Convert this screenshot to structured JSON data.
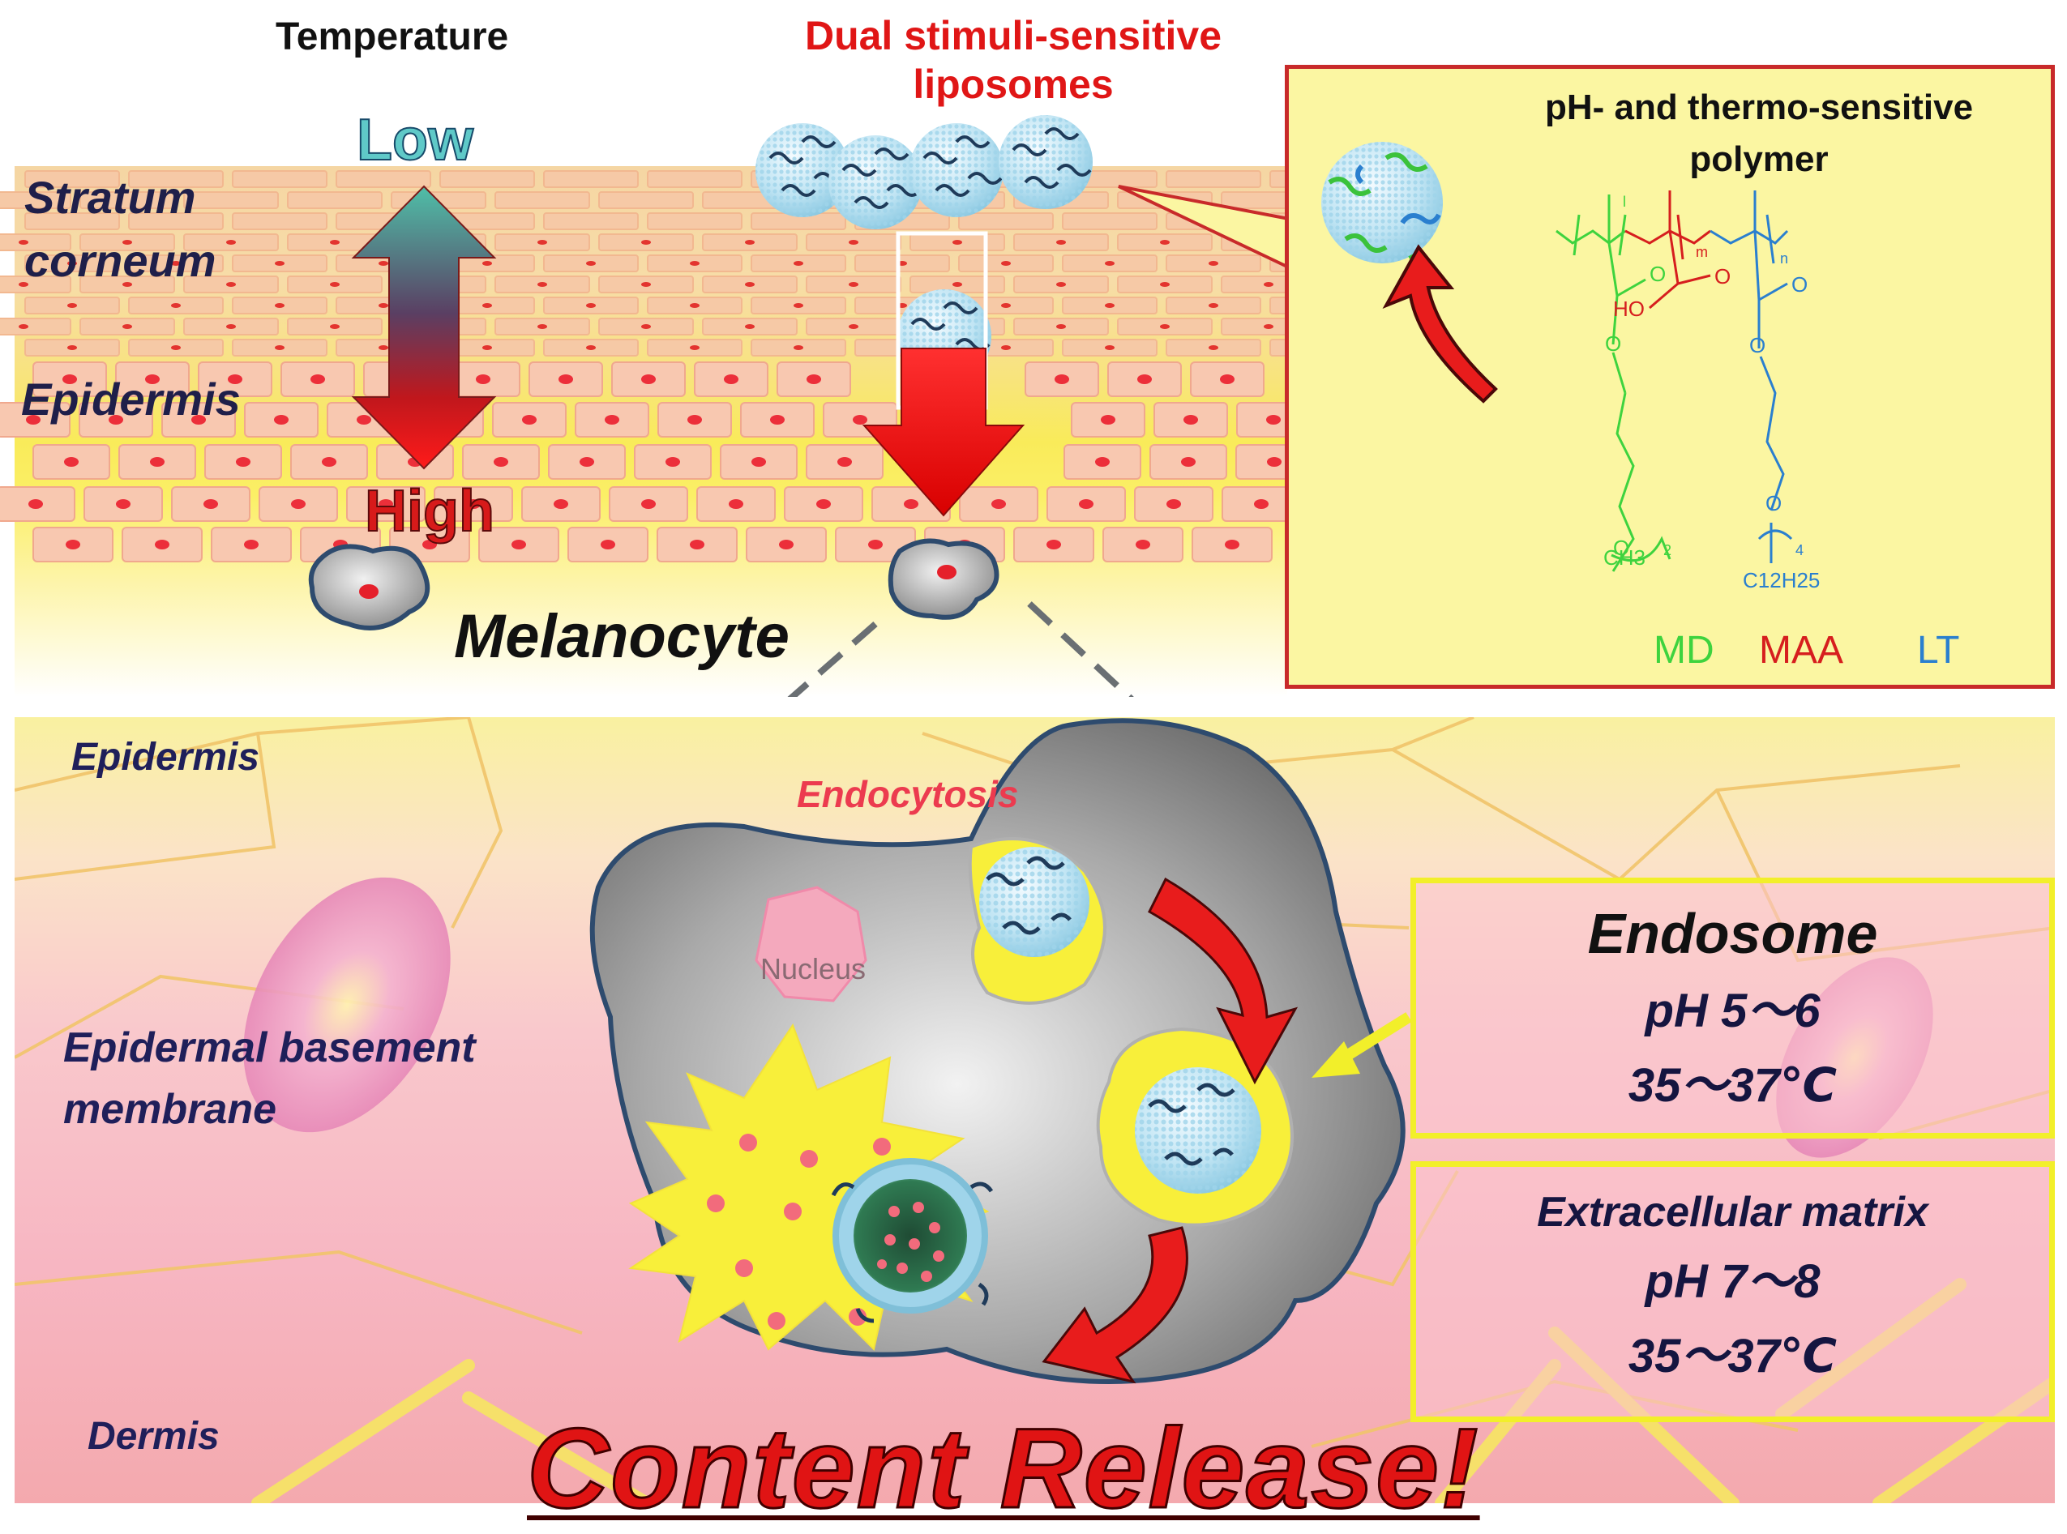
{
  "top": {
    "temperature_label": "Temperature",
    "low_label": "Low",
    "high_label": "High",
    "liposomes_label_line1": "Dual stimuli-sensitive",
    "liposomes_label_line2": "liposomes",
    "stratum_line1": "Stratum",
    "stratum_line2": "corneum",
    "epidermis_label": "Epidermis",
    "melanocyte_label": "Melanocyte"
  },
  "inset": {
    "title_line1": "pH- and thermo-sensitive",
    "title_line2": "polymer",
    "monomers": {
      "md": "MD",
      "maa": "MAA",
      "lt": "LT"
    },
    "structure_labels": {
      "ho": "HO",
      "ch3": "CH3",
      "c12h25": "C12H25",
      "sub_l": "l",
      "sub_m": "m",
      "sub_n": "n",
      "sub_2": "2",
      "sub_4": "4"
    }
  },
  "bottom": {
    "epidermis_label": "Epidermis",
    "basement_line1": "Epidermal basement",
    "basement_line2": "membrane",
    "dermis_label": "Dermis",
    "endocytosis_label": "Endocytosis",
    "nucleus_label": "Nucleus",
    "endosome": {
      "title": "Endosome",
      "ph": "pH 5～6",
      "temp": "35～37℃"
    },
    "ecm": {
      "title": "Extracellular matrix",
      "ph": "pH 7～8",
      "temp": "35～37℃"
    },
    "content_release": "Content Release!"
  },
  "colors": {
    "accent_red": "#e01616",
    "monomer_md": "#3ed33e",
    "monomer_maa": "#d61e1e",
    "monomer_lt": "#2a7fcf",
    "info_box_border": "#f2ef2a"
  }
}
